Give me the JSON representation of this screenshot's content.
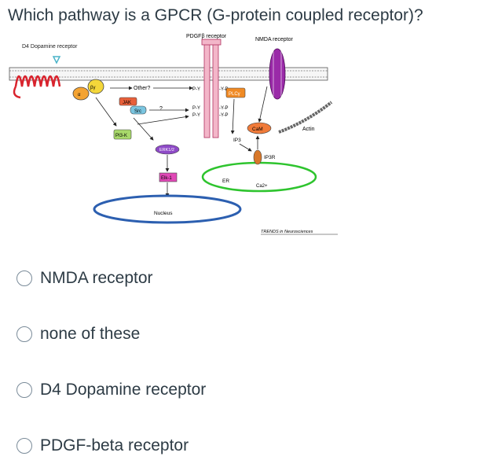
{
  "question": "Which pathway is a GPCR (G-protein coupled receptor)?",
  "figure": {
    "labels": {
      "pdgf": "PDGFβ receptor",
      "nmda": "NMDA receptor",
      "d4": "D4 Dopamine receptor",
      "alpha": "α",
      "beta_gamma": "βγ",
      "other": "Other?",
      "jak": "JAK",
      "src": "Src",
      "q": "?",
      "pi3k": "PI3-K",
      "erk": "ERK1/2",
      "elk": "Elk-1",
      "nucleus": "Nucleus",
      "py": "P-Y",
      "yp": "-Y-P",
      "plc": "PLCγ",
      "ip3": "IP3",
      "cam": "CaM",
      "actin": "Actin",
      "ip3r": "IP3R",
      "er": "ER",
      "ca": "Ca2+",
      "citation": "TRENDS in Neurosciences"
    }
  },
  "options": [
    {
      "label": "NMDA receptor"
    },
    {
      "label": "none of these"
    },
    {
      "label": "D4 Dopamine receptor"
    },
    {
      "label": "PDGF-beta receptor"
    }
  ]
}
